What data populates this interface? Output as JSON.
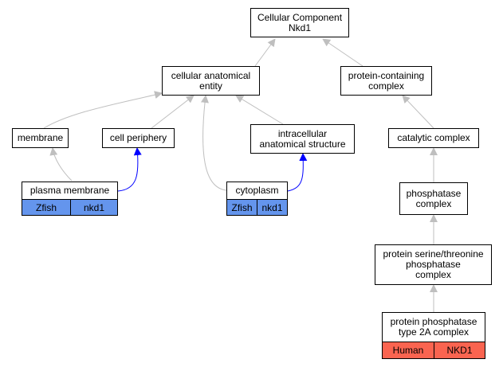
{
  "nodes": {
    "cellular_component": {
      "label": "Cellular Component\nNkd1"
    },
    "cellular_anatomical_entity": {
      "label": "cellular anatomical\nentity"
    },
    "protein_containing_complex": {
      "label": "protein-containing\ncomplex"
    },
    "membrane": {
      "label": "membrane"
    },
    "cell_periphery": {
      "label": "cell periphery"
    },
    "intracellular_anatomical_structure": {
      "label": "intracellular\nanatomical structure"
    },
    "catalytic_complex": {
      "label": "catalytic complex"
    },
    "plasma_membrane": {
      "label": "plasma membrane",
      "species": "Zfish",
      "gene": "nkd1"
    },
    "cytoplasm": {
      "label": "cytoplasm",
      "species": "Zfish",
      "gene": "nkd1"
    },
    "phosphatase_complex": {
      "label": "phosphatase\ncomplex"
    },
    "protein_serine_threonine_phosphatase_complex": {
      "label": "protein serine/threonine\nphosphatase\ncomplex"
    },
    "protein_phosphatase_type_2a_complex": {
      "label": "protein phosphatase\ntype 2A complex",
      "species": "Human",
      "gene": "NKD1"
    }
  },
  "colors": {
    "zfish_annotation": "#6495ed",
    "human_annotation": "#fa6450",
    "is_a_edge": "#bfbfbf",
    "part_of_edge": "#0000ff"
  },
  "edges": [
    {
      "from": "cellular_anatomical_entity",
      "to": "cellular_component",
      "type": "is_a"
    },
    {
      "from": "protein_containing_complex",
      "to": "cellular_component",
      "type": "is_a"
    },
    {
      "from": "membrane",
      "to": "cellular_anatomical_entity",
      "type": "is_a"
    },
    {
      "from": "cell_periphery",
      "to": "cellular_anatomical_entity",
      "type": "is_a"
    },
    {
      "from": "cytoplasm",
      "to": "cellular_anatomical_entity",
      "type": "is_a"
    },
    {
      "from": "intracellular_anatomical_structure",
      "to": "cellular_anatomical_entity",
      "type": "is_a"
    },
    {
      "from": "catalytic_complex",
      "to": "protein_containing_complex",
      "type": "is_a"
    },
    {
      "from": "plasma_membrane",
      "to": "membrane",
      "type": "is_a"
    },
    {
      "from": "plasma_membrane",
      "to": "cell_periphery",
      "type": "part_of"
    },
    {
      "from": "cytoplasm",
      "to": "intracellular_anatomical_structure",
      "type": "part_of"
    },
    {
      "from": "phosphatase_complex",
      "to": "catalytic_complex",
      "type": "is_a"
    },
    {
      "from": "protein_serine_threonine_phosphatase_complex",
      "to": "phosphatase_complex",
      "type": "is_a"
    },
    {
      "from": "protein_phosphatase_type_2a_complex",
      "to": "protein_serine_threonine_phosphatase_complex",
      "type": "is_a"
    }
  ]
}
